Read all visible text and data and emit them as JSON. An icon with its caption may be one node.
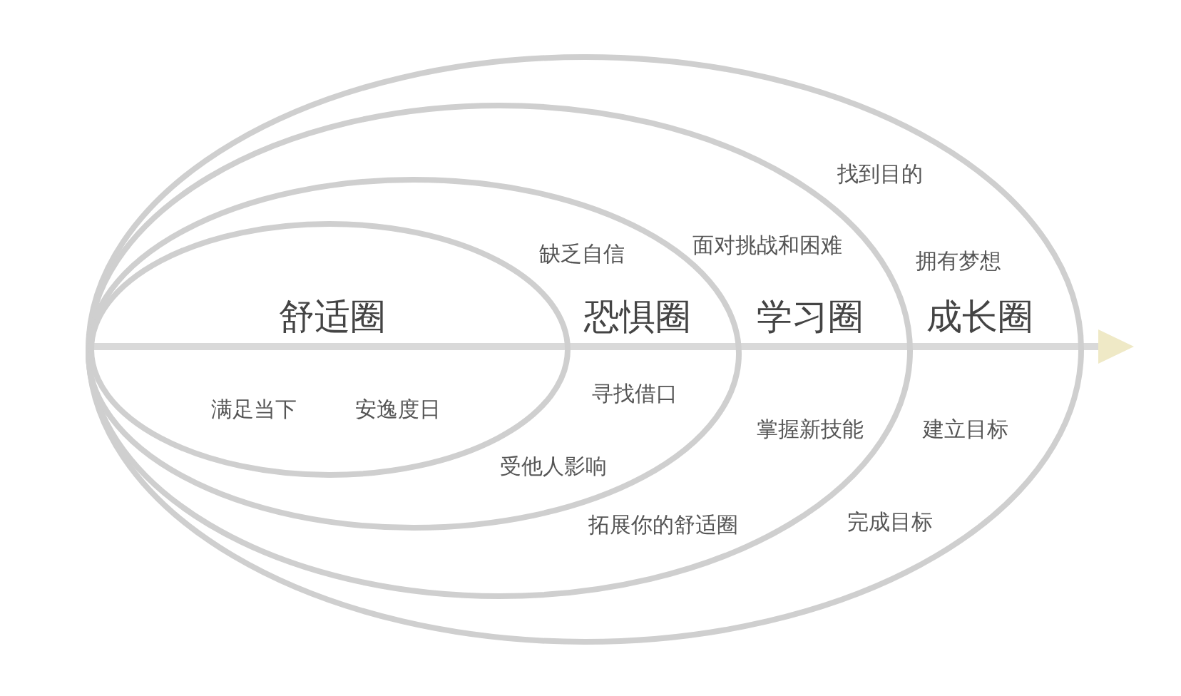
{
  "diagram": {
    "nodes": [
      {
        "text": [
          "找到目的",
          "拥有梦想",
          "成长圈",
          "建立目标",
          "完成目标"
        ]
      },
      {
        "text": [
          "面对挑战和困难",
          "学习圈",
          "掌握新技能",
          "拓展你的舒适圈"
        ],
        "in": 0
      },
      {
        "text": [
          "缺乏自信",
          "恐惧圈",
          "寻找借口",
          "受他人影响"
        ],
        "in": 1
      },
      {
        "text": [
          "舒适圈",
          "满足当下",
          "安逸度日"
        ],
        "in": 2
      }
    ],
    "edges": []
  }
}
